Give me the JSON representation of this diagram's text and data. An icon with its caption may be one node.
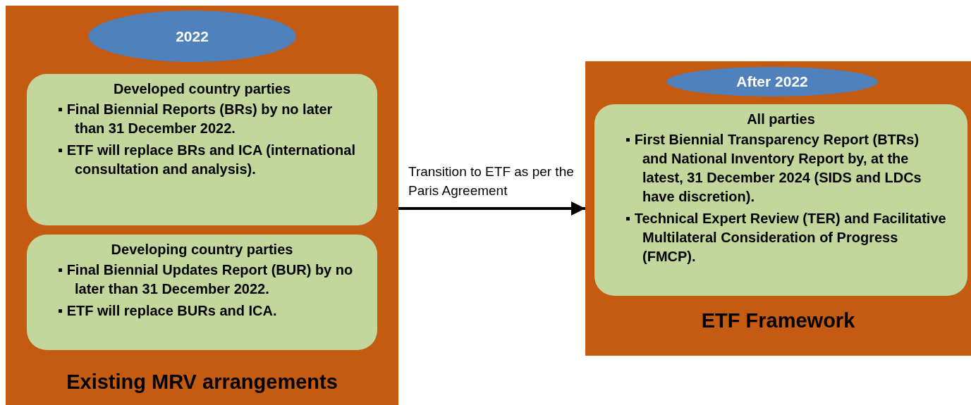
{
  "diagram": {
    "nodes": [
      {
        "text": [
          "Existing MRV arrangements"
        ]
      },
      {
        "text": [
          "2022"
        ],
        "in": 0
      },
      {
        "text": [
          "Developed country parties",
          "▪ Final Biennial Reports (BRs) by no later than 31 December 2022.",
          "▪ ETF will replace BRs and ICA (international consultation and analysis)."
        ],
        "in": 0
      },
      {
        "text": [
          "Developing country parties",
          "▪ Final Biennial Updates Report (BUR) by no later than 31 December 2022.",
          "▪ ETF will replace BURs and ICA."
        ],
        "in": 0
      },
      {
        "text": [
          "ETF Framework"
        ]
      },
      {
        "text": [
          "After 2022"
        ],
        "in": 4
      },
      {
        "text": [
          "All parties",
          "▪ First Biennial Transparency Report (BTRs) and National Inventory Report by, at the latest, 31 December 2024 (SIDS and LDCs have discretion).",
          "▪ Technical Expert Review (TER) and Facilitative Multilateral Consideration of Progress (FMCP)."
        ],
        "in": 4
      }
    ],
    "edges": [
      {
        "from": 0,
        "to": 4,
        "arrow": "to",
        "label": "Transition to ETF as per the Paris Agreement"
      }
    ]
  }
}
